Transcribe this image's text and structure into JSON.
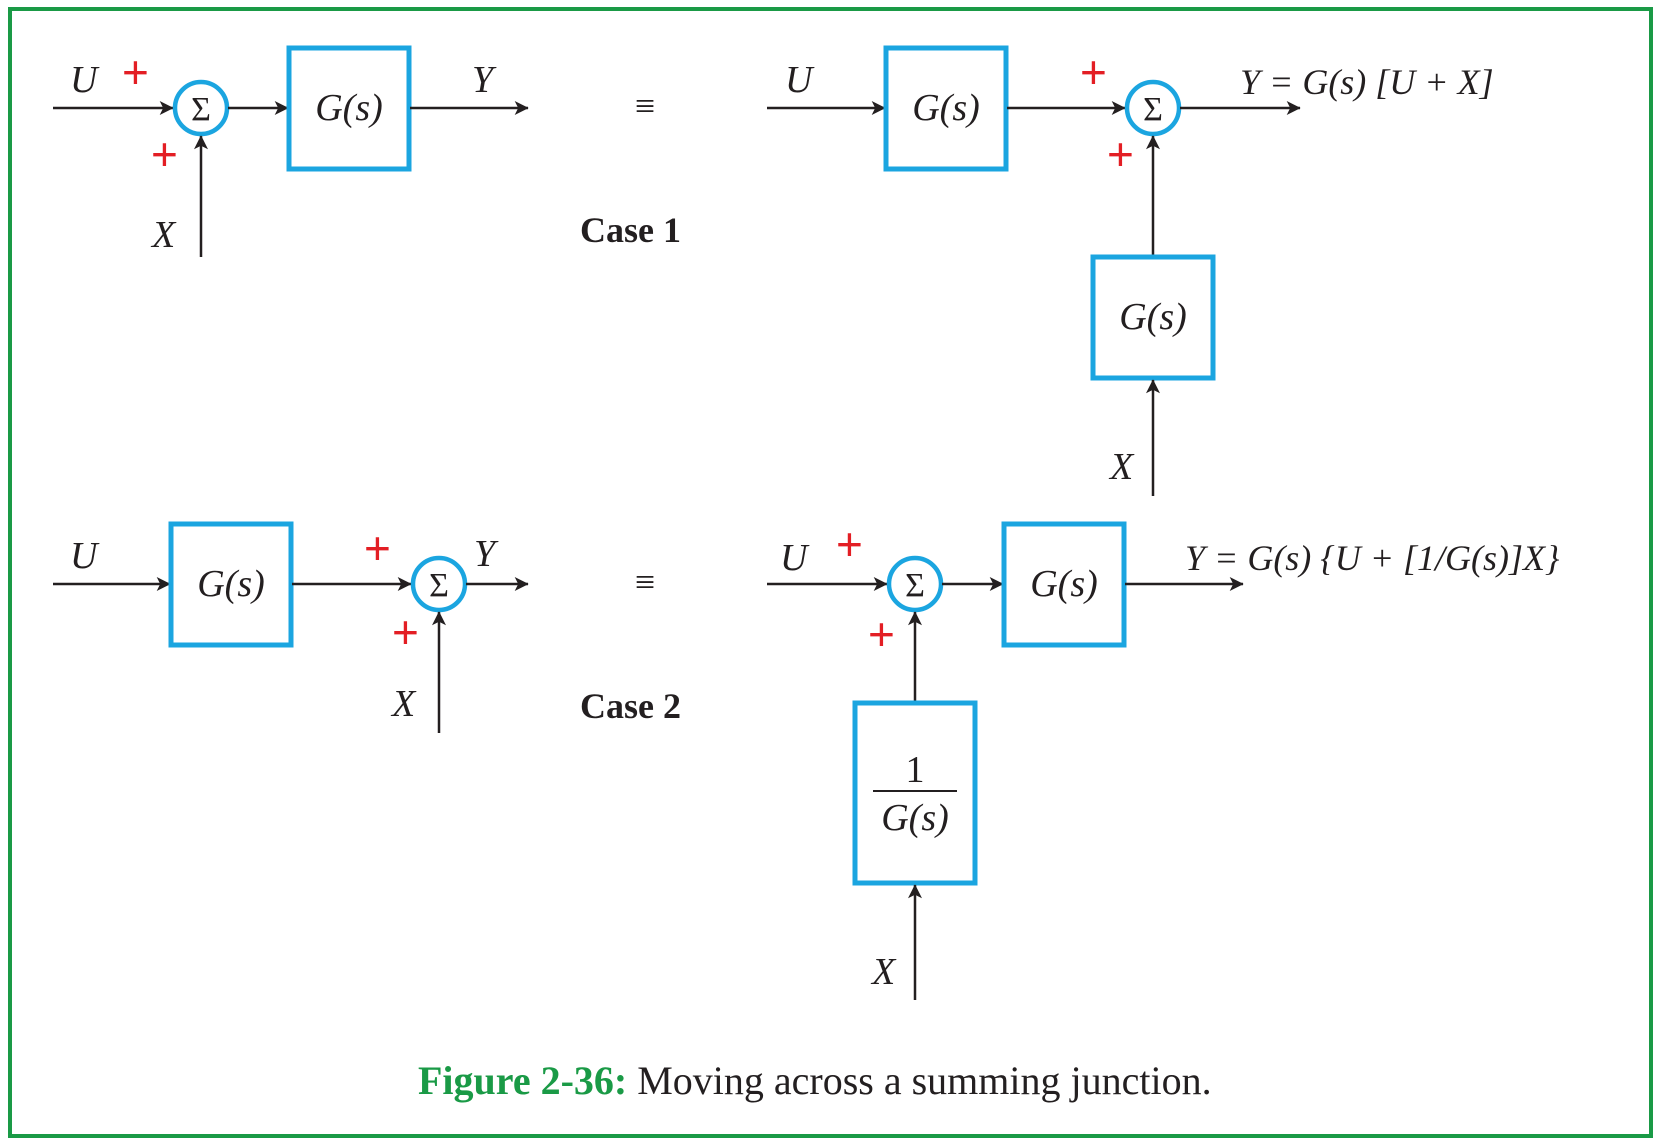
{
  "colors": {
    "border": "#1a9a46",
    "block": "#1ba5e0",
    "plus": "#e31e24",
    "ink": "#231f20"
  },
  "labels": {
    "u": "U",
    "x": "X",
    "y": "Y",
    "gs": "G(s)",
    "sigma": "Σ",
    "plus": "+",
    "equiv": "≡",
    "one": "1"
  },
  "case1": {
    "title": "Case 1",
    "output_equation": "Y = G(s) [U + X]"
  },
  "case2": {
    "title": "Case 2",
    "output_equation": "Y = G(s) {U + [1/G(s)]X}"
  },
  "caption": {
    "label": "Figure 2-36:",
    "text": " Moving across a summing junction."
  }
}
